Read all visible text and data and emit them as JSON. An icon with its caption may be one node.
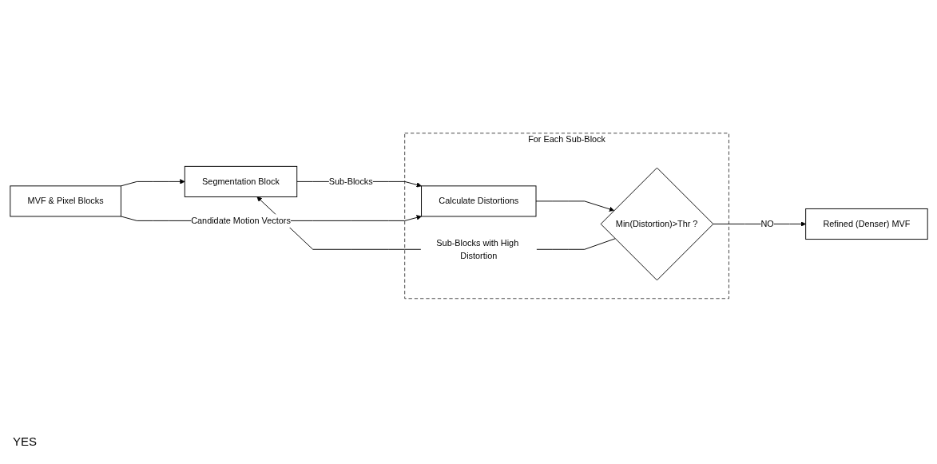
{
  "diagram": {
    "nodes": [
      {
        "text": [
          "MVF & Pixel Blocks"
        ]
      },
      {
        "text": [
          "Segmentation Block"
        ]
      },
      {
        "text": [
          "For Each Sub-Block"
        ]
      },
      {
        "text": [
          "Calculate Distortions"
        ],
        "in": 2
      },
      {
        "text": [
          "Min(Distortion)>Thr ?"
        ],
        "in": 2
      },
      {
        "text": [
          "Refined (Denser) MVF"
        ]
      }
    ],
    "edges": [
      {
        "from": 0,
        "to": 1,
        "arrow": "to"
      },
      {
        "from": 1,
        "to": 3,
        "arrow": "to",
        "label": "Sub-Blocks"
      },
      {
        "from": 0,
        "to": 3,
        "arrow": "to",
        "label": "Candidate Motion Vectors"
      },
      {
        "from": 3,
        "to": 4,
        "arrow": "to"
      },
      {
        "from": 4,
        "to": 1,
        "arrow": "to",
        "label": "Sub-Blocks with High Distortion"
      },
      {
        "from": 4,
        "to": 5,
        "arrow": "to",
        "label": "NO"
      }
    ],
    "labels": [
      "YES"
    ]
  }
}
